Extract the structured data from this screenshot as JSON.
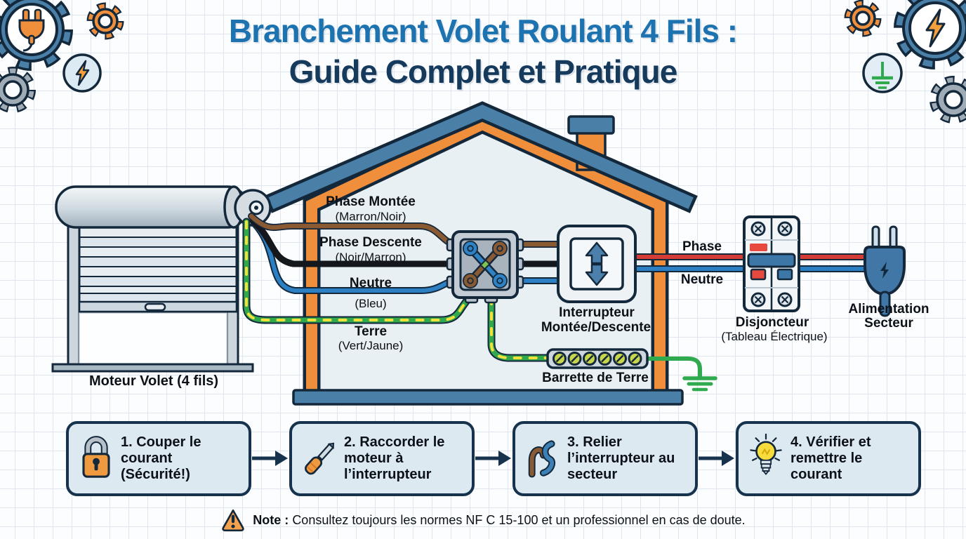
{
  "title": {
    "line1": "Branchement Volet Roulant 4 Fils :",
    "line2": "Guide Complet et Pratique"
  },
  "house": {
    "motor_label": "Moteur Volet (4 fils)"
  },
  "wire_labels": {
    "phase_montee": {
      "name": "Phase Montée",
      "detail": "(Marron/Noir)"
    },
    "phase_descente": {
      "name": "Phase Descente",
      "detail": "(Noir/Marron)"
    },
    "neutre": {
      "name": "Neutre",
      "detail": "(Bleu)"
    },
    "terre": {
      "name": "Terre",
      "detail": "(Vert/Jaune)"
    }
  },
  "components": {
    "switch_line1": "Interrupteur",
    "switch_line2": "Montée/Descente",
    "earth_bar": "Barrette de Terre",
    "phase": "Phase",
    "neutre": "Neutre",
    "breaker_line1": "Disjoncteur",
    "breaker_line2": "(Tableau Électrique)",
    "supply_line1": "Alimentation",
    "supply_line2": "Secteur"
  },
  "steps": [
    {
      "label": "1. Couper le courant (Sécurité!)",
      "icon": "padlock-icon"
    },
    {
      "label": "2. Raccorder le moteur à l’interrupteur",
      "icon": "screwdriver-icon"
    },
    {
      "label": "3. Relier l’interrupteur au secteur",
      "icon": "wires-icon"
    },
    {
      "label": "4. Vérifier et remettre le courant",
      "icon": "lightbulb-icon"
    }
  ],
  "note": {
    "prefix": "Note :",
    "text": "Consultez toujours les normes NF C 15-100 et un professionnel en cas de doute."
  },
  "colors": {
    "title_blue": "#1d72b0",
    "title_navy": "#153a5c",
    "navy_outline": "#14283c",
    "accent_orange": "#ef8f3c",
    "roof_blue": "#4a80a8",
    "wire_brown": "#8a5a33",
    "wire_black": "#14181c",
    "wire_blue": "#2b7fc2",
    "wire_red": "#d63c36",
    "earth_green": "#31a84c",
    "earth_yellow": "#f2e13c",
    "step_box_fill": "#dde9f1"
  }
}
